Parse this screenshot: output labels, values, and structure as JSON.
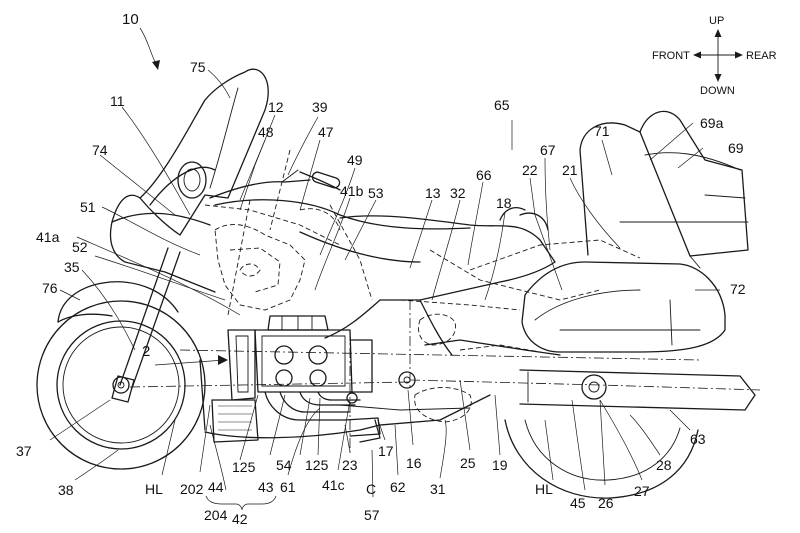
{
  "figure": {
    "figure_number": "10",
    "orientation": {
      "up": "UP",
      "down": "DOWN",
      "front": "FRONT",
      "rear": "REAR"
    },
    "section_marker": "2",
    "reference_numerals": {
      "r75": "75",
      "r39": "39",
      "r12": "12",
      "r11": "11",
      "r48": "48",
      "r47": "47",
      "r74": "74",
      "r49": "49",
      "r41b": "41b",
      "r53": "53",
      "r13": "13",
      "r32": "32",
      "r66": "66",
      "r65": "65",
      "r67": "67",
      "r22": "22",
      "r21": "21",
      "r18": "18",
      "r71": "71",
      "r69a": "69a",
      "r69": "69",
      "r51": "51",
      "r41a": "41a",
      "r52": "52",
      "r35": "35",
      "r76": "76",
      "r72": "72",
      "r37": "37",
      "r38": "38",
      "r125a": "125",
      "r54": "54",
      "r125b": "125",
      "r23": "23",
      "r61": "61",
      "r41c": "41c",
      "r17": "17",
      "r16": "16",
      "r62": "62",
      "r31": "31",
      "r25": "25",
      "r19": "19",
      "rHLa": "HL",
      "r202": "202",
      "r204": "204",
      "r44": "44",
      "r43": "43",
      "r42": "42",
      "rC": "C",
      "r57": "57",
      "rHLb": "HL",
      "r45": "45",
      "r26": "26",
      "r27": "27",
      "r28": "28",
      "r63": "63"
    }
  }
}
